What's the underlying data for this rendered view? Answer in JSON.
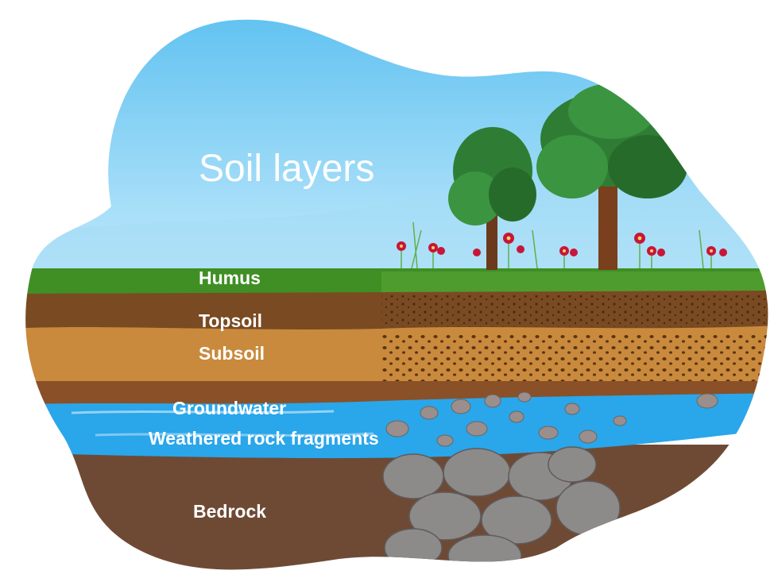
{
  "title": "Soil layers",
  "layers": [
    {
      "id": "humus",
      "label": "Humus"
    },
    {
      "id": "topsoil",
      "label": "Topsoil"
    },
    {
      "id": "subsoil",
      "label": "Subsoil"
    },
    {
      "id": "groundwater",
      "label": "Groundwater"
    },
    {
      "id": "weathered",
      "label": "Weathered rock fragments"
    },
    {
      "id": "bedrock",
      "label": "Bedrock"
    }
  ],
  "colors": {
    "sky": "#8fd3f4",
    "grass": "#3f8f24",
    "humus": "#7a4a22",
    "topsoil": "#a86a2c",
    "subsoil": "#c98a3d",
    "groundwater": "#2aa6ea",
    "bedrock": "#6e4a35",
    "rock": "#8d8a8a"
  }
}
